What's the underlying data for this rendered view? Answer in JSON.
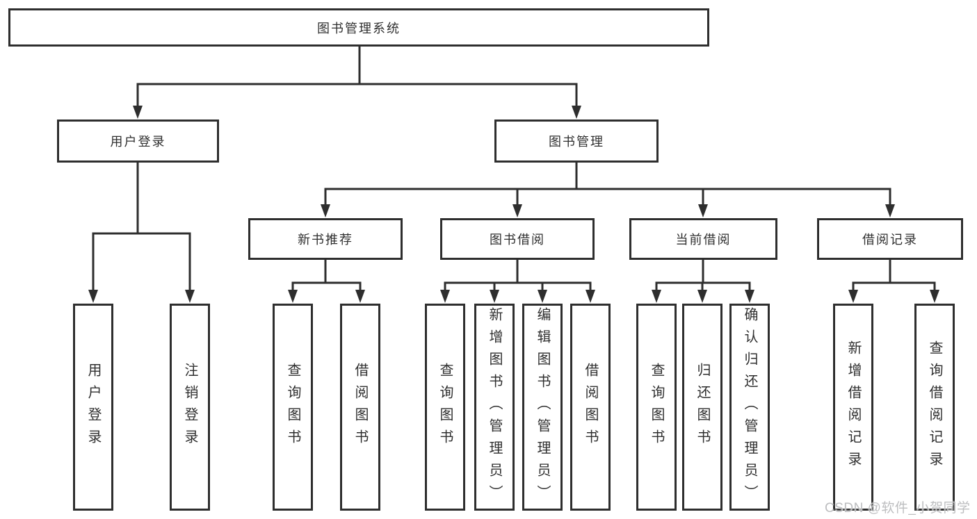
{
  "diagram": {
    "root": "图书管理系统",
    "branches": [
      {
        "label": "用户登录",
        "children": [
          "用户登录",
          "注销登录"
        ]
      },
      {
        "label": "图书管理",
        "groups": [
          {
            "label": "新书推荐",
            "children": [
              "查询图书",
              "借阅图书"
            ]
          },
          {
            "label": "图书借阅",
            "children": [
              "查询图书",
              "新增图书（管理员）",
              "编辑图书（管理员）",
              "借阅图书"
            ]
          },
          {
            "label": "当前借阅",
            "children": [
              "查询图书",
              "归还图书",
              "确认归还（管理员）"
            ]
          },
          {
            "label": "借阅记录",
            "children": [
              "新增借阅记录",
              "查询借阅记录"
            ]
          }
        ]
      }
    ]
  },
  "watermark": "CSDN @软件_小贺同学",
  "colors": {
    "line": "#2e2e2e",
    "text": "#2f2f2f",
    "watermark": "#bdbec0",
    "background": "#ffffff"
  }
}
